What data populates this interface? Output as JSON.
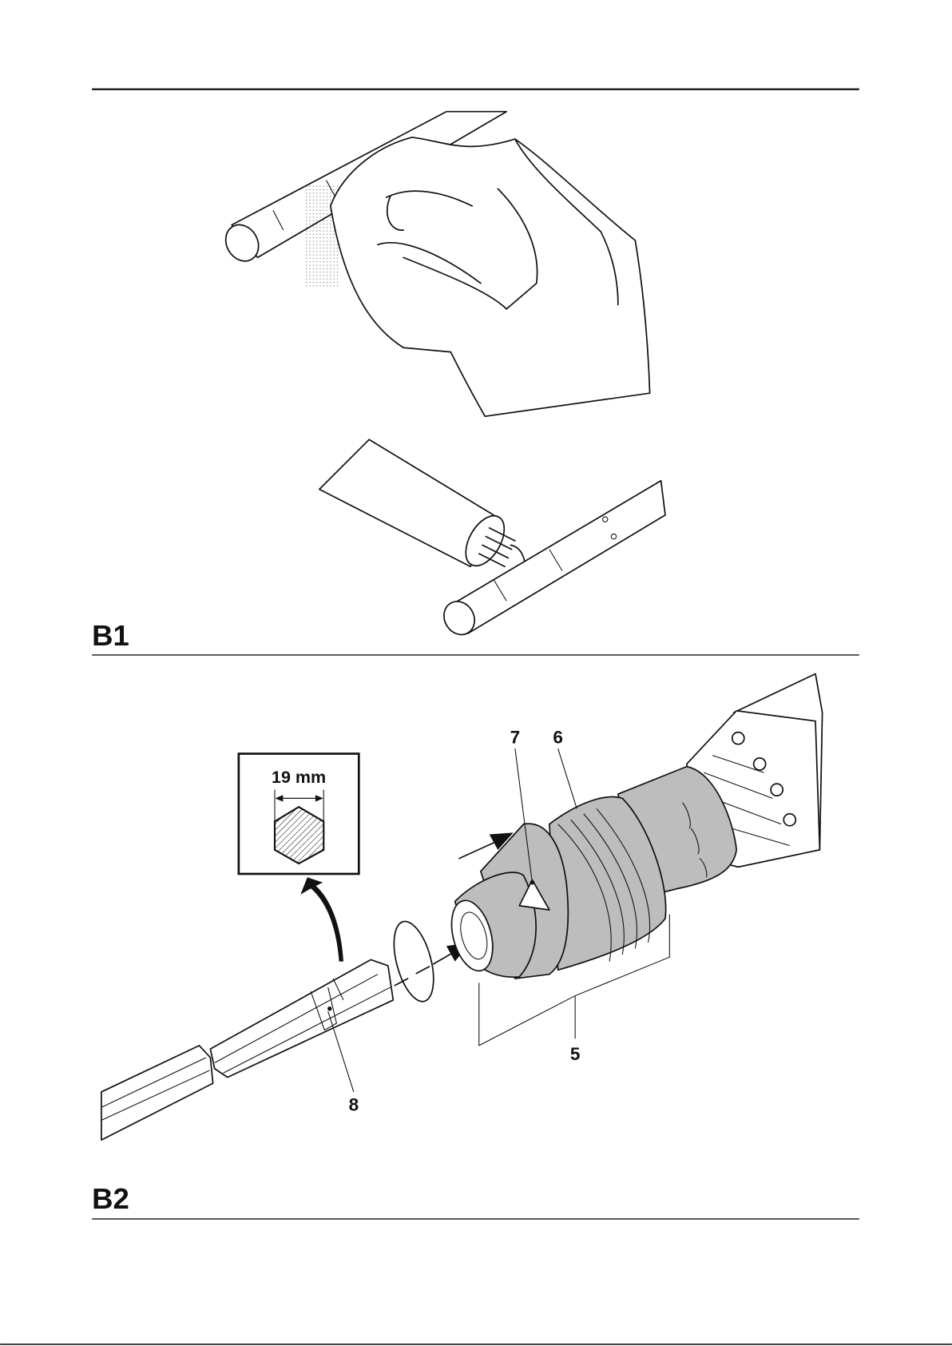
{
  "figures": {
    "b1": {
      "label": "B1"
    },
    "b2": {
      "label": "B2",
      "dimension": "19 mm",
      "callouts": {
        "c5": "5",
        "c6": "6",
        "c7": "7",
        "c8": "8"
      }
    }
  }
}
